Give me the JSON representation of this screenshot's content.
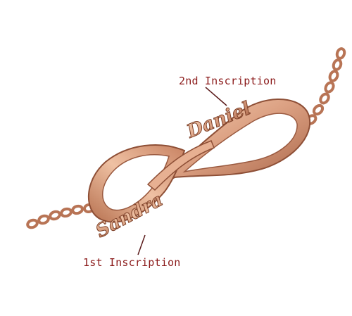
{
  "callouts": {
    "first": "1st Inscription",
    "second": "2nd Inscription"
  },
  "engravings": {
    "first": "Sandra",
    "second": "Daniel"
  },
  "colors": {
    "callout_text": "#8b1a1a",
    "callout_line": "#5a1a1a",
    "metal_light": "#f2c6a8",
    "metal_mid": "#d9997a",
    "metal_dark": "#9a5a40",
    "background": "#ffffff"
  }
}
